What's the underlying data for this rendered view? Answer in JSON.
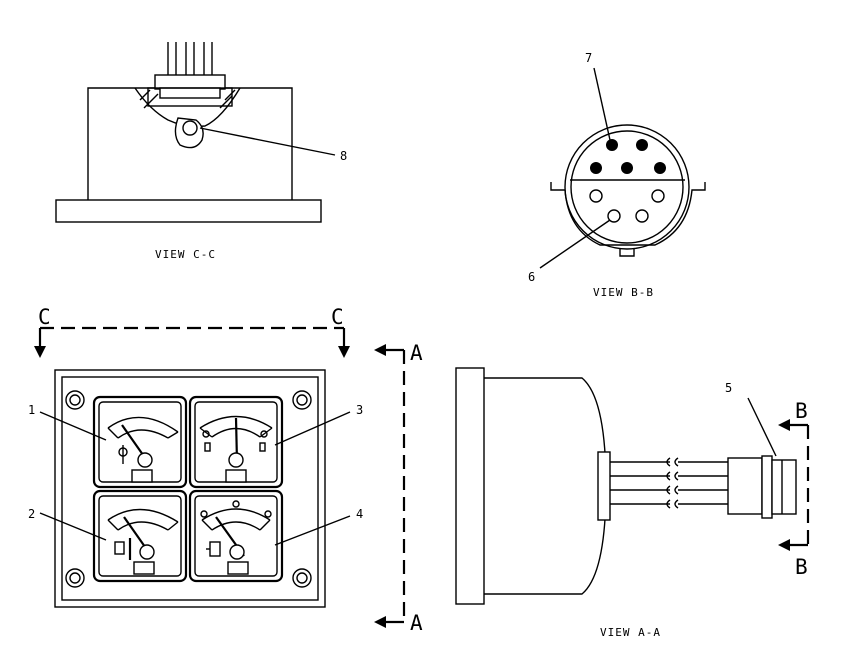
{
  "views": {
    "cc": "VIEW C-C",
    "bb": "VIEW B-B",
    "aa": "VIEW A-A"
  },
  "section_letters": {
    "c_left": "C",
    "c_right": "C",
    "a_top": "A",
    "a_bottom": "A",
    "b_top": "B",
    "b_bottom": "B"
  },
  "callouts": {
    "n1": "1",
    "n2": "2",
    "n3": "3",
    "n4": "4",
    "n5": "5",
    "n6": "6",
    "n7": "7",
    "n8": "8"
  }
}
